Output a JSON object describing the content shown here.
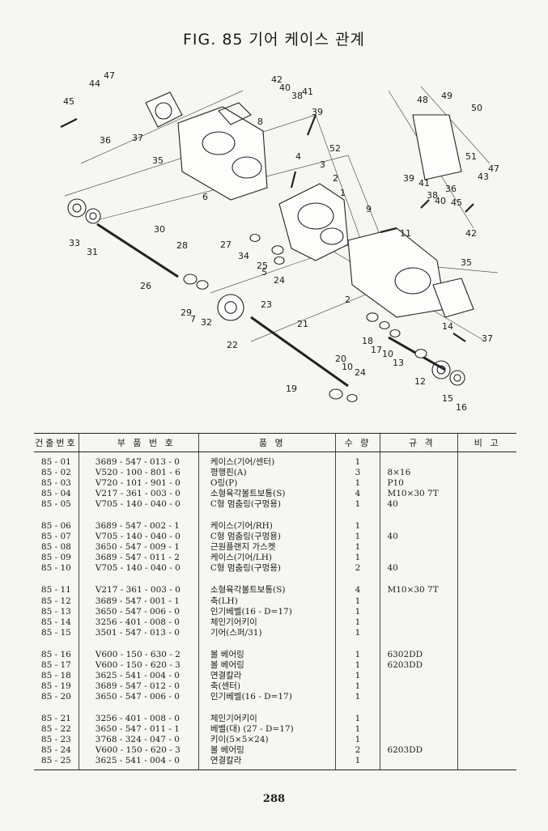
{
  "title": "FIG. 85 기어 케이스 관계",
  "diagram_labels": [
    "42",
    "40",
    "38",
    "41",
    "39",
    "8",
    "52",
    "3",
    "4",
    "2",
    "1",
    "9",
    "48",
    "49",
    "50",
    "51",
    "39",
    "41",
    "38",
    "40",
    "45",
    "43",
    "47",
    "36",
    "42",
    "44",
    "47",
    "45",
    "36",
    "37",
    "35",
    "6",
    "33",
    "31",
    "30",
    "28",
    "26",
    "27",
    "34",
    "25",
    "5",
    "24",
    "29",
    "7",
    "32",
    "23",
    "21",
    "22",
    "19",
    "20",
    "10",
    "24",
    "11",
    "35",
    "2",
    "14",
    "37",
    "18",
    "17",
    "10",
    "13",
    "12",
    "15",
    "16"
  ],
  "table": {
    "headers": [
      "건출번호",
      "부 품 번 호",
      "품 명",
      "수 량",
      "규 격",
      "비 고"
    ],
    "rows": [
      {
        "no": "85 - 01",
        "part": "3689 - 547 - 013 - 0",
        "name": "케이스(기어/센터)",
        "qty": "1",
        "spec": ""
      },
      {
        "no": "85 - 02",
        "part": "V520 - 100 - 801 - 6",
        "name": "평행핀(A)",
        "qty": "3",
        "spec": "8×16"
      },
      {
        "no": "85 - 03",
        "part": "V720 - 101 - 901 - 0",
        "name": "O링(P)",
        "qty": "1",
        "spec": "P10"
      },
      {
        "no": "85 - 04",
        "part": "V217 - 361 - 003 - 0",
        "name": "소형육각볼트보통(S)",
        "qty": "4",
        "spec": "M10×30 7T"
      },
      {
        "no": "85 - 05",
        "part": "V705 - 140 - 040 - 0",
        "name": "C형 멈춤링(구멍용)",
        "qty": "1",
        "spec": "40"
      },
      {
        "no": "85 - 06",
        "part": "3689 - 547 - 002 - 1",
        "name": "케이스(기어/RH)",
        "qty": "1",
        "spec": ""
      },
      {
        "no": "85 - 07",
        "part": "V705 - 140 - 040 - 0",
        "name": "C형 멈춤링(구멍용)",
        "qty": "1",
        "spec": "40"
      },
      {
        "no": "85 - 08",
        "part": "3650 - 547 - 009 - 1",
        "name": "근원플랜지 가스켓",
        "qty": "1",
        "spec": ""
      },
      {
        "no": "85 - 09",
        "part": "3689 - 547 - 011 - 2",
        "name": "케이스(기어/LH)",
        "qty": "1",
        "spec": ""
      },
      {
        "no": "85 - 10",
        "part": "V705 - 140 - 040 - 0",
        "name": "C형 멈춤링(구멍용)",
        "qty": "2",
        "spec": "40"
      },
      {
        "no": "85 - 11",
        "part": "V217 - 361 - 003 - 0",
        "name": "소형육각볼트보통(S)",
        "qty": "4",
        "spec": "M10×30 7T"
      },
      {
        "no": "85 - 12",
        "part": "3689 - 547 - 001 - 1",
        "name": "축(LH)",
        "qty": "1",
        "spec": ""
      },
      {
        "no": "85 - 13",
        "part": "3650 - 547 - 006 - 0",
        "name": "인기베벨(16 - D=17)",
        "qty": "1",
        "spec": ""
      },
      {
        "no": "85 - 14",
        "part": "3256 - 401 - 008 - 0",
        "name": "체인기어키이",
        "qty": "1",
        "spec": ""
      },
      {
        "no": "85 - 15",
        "part": "3501 - 547 - 013 - 0",
        "name": "기어(스퍼/31)",
        "qty": "1",
        "spec": ""
      },
      {
        "no": "85 - 16",
        "part": "V600 - 150 - 630 - 2",
        "name": "볼 베어링",
        "qty": "1",
        "spec": "6302DD"
      },
      {
        "no": "85 - 17",
        "part": "V600 - 150 - 620 - 3",
        "name": "볼 베어링",
        "qty": "1",
        "spec": "6203DD"
      },
      {
        "no": "85 - 18",
        "part": "3625 - 541 - 004 - 0",
        "name": "연결칼라",
        "qty": "1",
        "spec": ""
      },
      {
        "no": "85 - 19",
        "part": "3689 - 547 - 012 - 0",
        "name": "축(센터)",
        "qty": "1",
        "spec": ""
      },
      {
        "no": "85 - 20",
        "part": "3650 - 547 - 006 - 0",
        "name": "인기베벨(16 - D=17)",
        "qty": "1",
        "spec": ""
      },
      {
        "no": "85 - 21",
        "part": "3256 - 401 - 008 - 0",
        "name": "체인기어키이",
        "qty": "1",
        "spec": ""
      },
      {
        "no": "85 - 22",
        "part": "3650 - 547 - 011 - 1",
        "name": "베벨(대) (27 - D=17)",
        "qty": "1",
        "spec": ""
      },
      {
        "no": "85 - 23",
        "part": "3768 - 324 - 047 - 0",
        "name": "키이(5×5×24)",
        "qty": "1",
        "spec": ""
      },
      {
        "no": "85 - 24",
        "part": "V600 - 150 - 620 - 3",
        "name": "볼 베어링",
        "qty": "2",
        "spec": "6203DD"
      },
      {
        "no": "85 - 25",
        "part": "3625 - 541 - 004 - 0",
        "name": "연결칼라",
        "qty": "1",
        "spec": ""
      }
    ]
  },
  "page_number": "288"
}
